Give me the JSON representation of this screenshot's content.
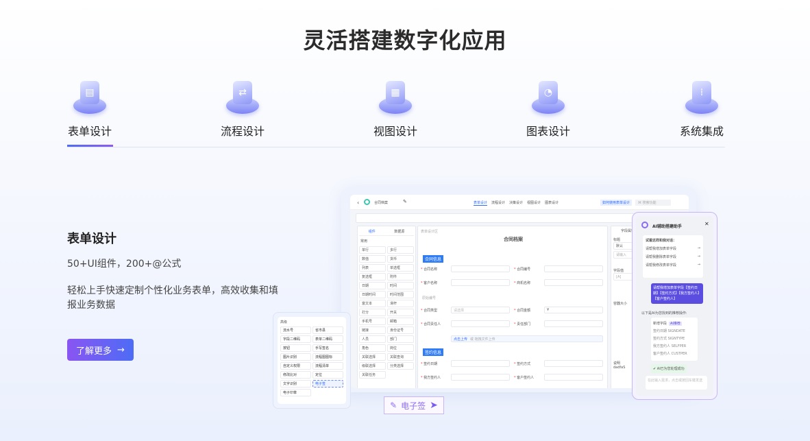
{
  "title": "灵活搭建数字化应用",
  "tabs": [
    {
      "label": "表单设计",
      "icon": "form-icon"
    },
    {
      "label": "流程设计",
      "icon": "flow-icon"
    },
    {
      "label": "视图设计",
      "icon": "view-icon"
    },
    {
      "label": "图表设计",
      "icon": "chart-icon"
    },
    {
      "label": "系统集成",
      "icon": "integration-icon"
    }
  ],
  "active_tab": 0,
  "section": {
    "title": "表单设计",
    "subtitle": "50+UI组件，200+@公式",
    "description": "轻松上手快速定制个性化业务表单，高效收集和填报业务数据",
    "button": "了解更多",
    "button_arrow": "→"
  },
  "mock": {
    "app_name": "合同档案",
    "top_tabs": [
      "表单设计",
      "流程设计",
      "决策设计",
      "视图设计",
      "图表设计"
    ],
    "top_link": "如何使用表单设计",
    "search_placeholder": "⌘ 搜索功能",
    "left_tabs": [
      "组件",
      "数据源"
    ],
    "group_basic": "常用",
    "components": [
      "单行",
      "多行",
      "数值",
      "货币",
      "列表",
      "单选框",
      "复选框",
      "附件",
      "日期",
      "时间",
      "日期时间",
      "时间范围",
      "富文本",
      "滑杆",
      "打分",
      "开关",
      "手机号",
      "邮箱",
      "链接",
      "身份证号"
    ],
    "group2": [
      "人员",
      "部门",
      "角色",
      "岗位",
      "关联选择",
      "关联查询",
      "级联选择",
      "分类选择",
      "关联任务"
    ],
    "canvas_label": "表单设计区",
    "form_title": "合同档案",
    "section1": "合同信息",
    "fields": [
      [
        "合同名称",
        "合同编号"
      ],
      [
        "客户名称",
        "商机名称"
      ],
      [
        "合同类型",
        "合同金额"
      ],
      [
        "合同责任人",
        "责任部门"
      ]
    ],
    "readonly_field": "原始编号",
    "select_placeholder": "请选择",
    "currency": "¥",
    "upload": "点击上传",
    "upload_hint": "或 拖拽文件上传",
    "section2": "签约信息",
    "fields2": [
      [
        "签约日期",
        "签约方式"
      ],
      [
        "我方签约人",
        "客户签约人"
      ]
    ],
    "right_panel": {
      "title": "字段属性",
      "labels": [
        "标题",
        "字段值",
        "容器大小",
        "说明"
      ],
      "title_value": "默认",
      "placeholder": "请输入",
      "field_ph": "[A]",
      "desc_value": "dadfaS"
    },
    "popup": {
      "group": "高级",
      "items": [
        "流水号",
        "省市县",
        "字段二维码",
        "表单二维码",
        "按钮",
        "手写签名",
        "图片识别",
        "流程图图标",
        "自定义权限",
        "流程清单",
        "修改比对",
        "定位",
        "文字识别",
        "电子签",
        "电子印章"
      ],
      "selected": "电子签"
    },
    "drag_label": "电子签",
    "ai": {
      "title": "AI辅助搭建助手",
      "prompt_title": "试着这样和我对话：",
      "prompts": [
        "请帮我增加表单字段",
        "请帮我删除表单字段",
        "请帮我修改表单字段"
      ],
      "user_msg": "请帮我增加表单字段【签约日期】【签约方式】【我方签约人】【客户签约人】",
      "reply": "以下是AI为您找到的推荐操作:",
      "tag": "AI推荐",
      "options": [
        "新增字段",
        "签约日期 SIGNDATE",
        "签约方式 SIGNTYPE",
        "我方签约人 SELFPER",
        "客户签约人 CUSTPER"
      ],
      "done": "AI已为您处理成功",
      "input_placeholder": "在此输入需求，点击或按回车键发送",
      "accent": "#5b4de0"
    }
  },
  "colors": {
    "accent": "#4f6cf5",
    "button_start": "#8a55f2",
    "button_end": "#4d6cf5",
    "title": "#2b2b2b"
  }
}
